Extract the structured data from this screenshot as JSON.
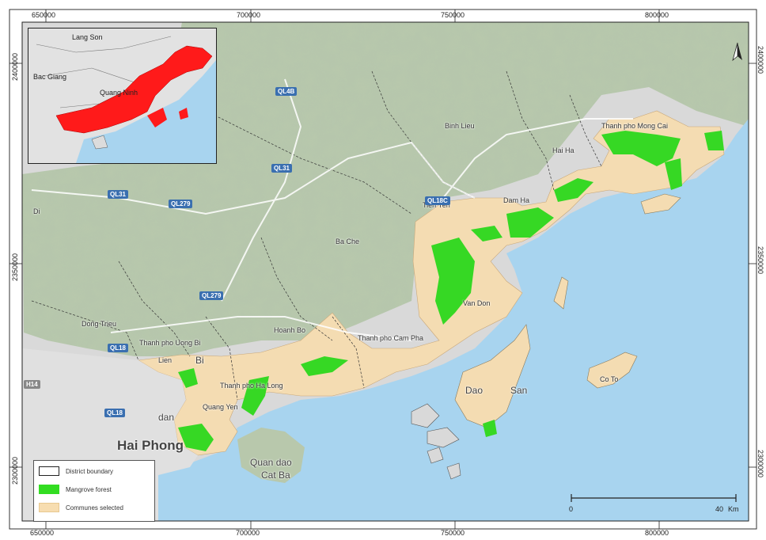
{
  "axes": {
    "top_ticks": [
      "650000",
      "700000",
      "750000",
      "800000"
    ],
    "bottom_ticks": [
      "650000",
      "700000",
      "750000",
      "800000"
    ],
    "left_ticks": [
      "2400000",
      "2350000",
      "2300000"
    ],
    "right_ticks": [
      "2400000",
      "2350000",
      "2300000"
    ]
  },
  "inset": {
    "labels": {
      "lang_son": "Lang Son",
      "bac_giang": "Bac Giang",
      "quang_ninh": "Quang Ninh"
    },
    "highlight_color": "#ff1a1a"
  },
  "places": {
    "binh_lieu": "Binh Lieu",
    "thanh_pho_mong_cai": "Thanh pho Mong Cai",
    "hai_ha": "Hai Ha",
    "dam_ha": "Dam Ha",
    "tien_yen": "Tien Yen",
    "ba_che": "Ba Che",
    "van_don": "Van Don",
    "dong_trieu": "Dong Trieu",
    "thanh_pho_uong_bi": "Thanh pho Uong Bi",
    "hoanh_bo": "Hoanh Bo",
    "thanh_pho_cam_pha": "Thanh pho Cam Pha",
    "thanh_pho_ha_long": "Thanh pho Ha Long",
    "quang_yen": "Quang Yen",
    "dao_van_don": "Dao",
    "san": "San",
    "co_to": "Co To",
    "hai_phong": "Hai Phong",
    "quan_dao_cat_ba_1": "Quan dao",
    "quan_dao_cat_ba_2": "Cat Ba",
    "dan": "dan",
    "bi": "Bi",
    "di": "Di",
    "lien": "Lien"
  },
  "roads": {
    "ql4b": "QL4B",
    "ql31_a": "QL31",
    "ql31_b": "QL31",
    "ql279_a": "QL279",
    "ql279_b": "QL279",
    "ql18_a": "QL18",
    "ql18_b": "QL18",
    "ql18c": "QL18C",
    "h14": "H14"
  },
  "legend": {
    "items": [
      {
        "label": "District boundary",
        "color": "#ffffff",
        "border": "#222222"
      },
      {
        "label": "Mangrove forest",
        "color": "#33dd22",
        "border": "#33dd22"
      },
      {
        "label": "Communes selected",
        "color": "#f7ddb0",
        "border": "#e8c890"
      }
    ]
  },
  "scale": {
    "start": "0",
    "end": "40",
    "unit": "Km"
  },
  "colors": {
    "sea": "#a8d4ef",
    "land": "#dcdcdc",
    "mountain": "#b9c9b0",
    "selected": "#f4dcb2",
    "mangrove": "#36d824"
  }
}
